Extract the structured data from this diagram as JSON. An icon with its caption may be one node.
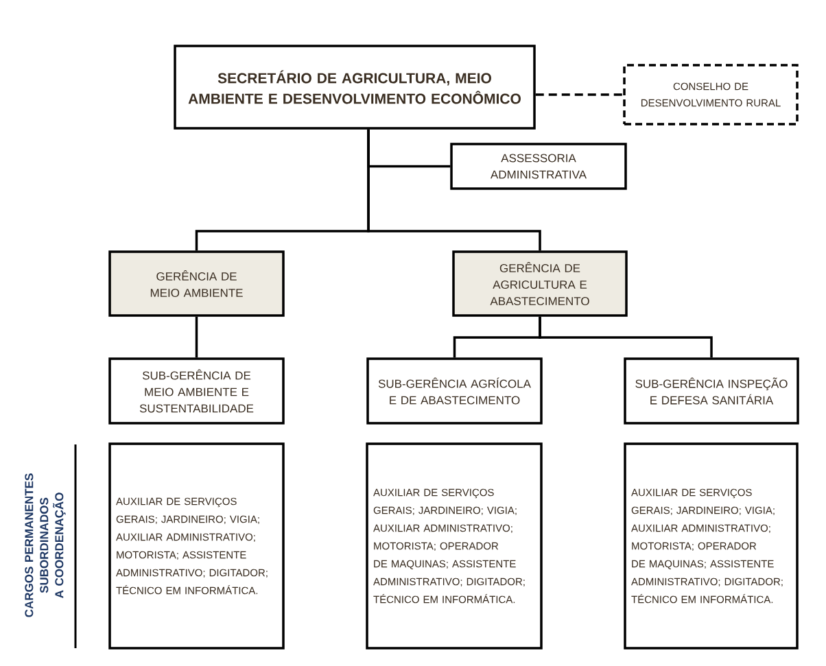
{
  "diagram": {
    "nodes": [
      {
        "text": [
          "SECRETÁRIO DE AGRICULTURA, MEIO AMBIENTE E DESENVOLVIMENTO ECONÔMICO"
        ]
      },
      {
        "text": [
          "CONSELHO DE DESENVOLVIMENTO RURAL"
        ]
      },
      {
        "text": [
          "ASSESSORIA ADMINISTRATIVA"
        ]
      },
      {
        "text": [
          "GERÊNCIA DE MEIO AMBIENTE"
        ]
      },
      {
        "text": [
          "GERÊNCIA DE AGRICULTURA E ABASTECIMENTO"
        ]
      },
      {
        "text": [
          "SUB-GERÊNCIA DE MEIO AMBIENTE E SUSTENTABILIDADE"
        ]
      },
      {
        "text": [
          "SUB-GERÊNCIA AGRÍCOLA E DE ABASTECIMENTO"
        ]
      },
      {
        "text": [
          "SUB-GERÊNCIA INSPEÇÃO E DEFESA SANITÁRIA"
        ]
      },
      {
        "text": [
          "AUXILIAR DE SERVIÇOS GERAIS; JARDINEIRO; VIGIA; AUXILIAR ADMINISTRATIVO; MOTORISTA; ASSISTENTE ADMINISTRATIVO; DIGITADOR; TÉCNICO EM INFORMÁTICA."
        ]
      },
      {
        "text": [
          "AUXILIAR DE SERVIÇOS GERAIS; JARDINEIRO; VIGIA; AUXILIAR ADMINISTRATIVO; MOTORISTA; OPERADOR DE MAQUINAS; ASSISTENTE ADMINISTRATIVO; DIGITADOR; TÉCNICO EM INFORMÁTICA."
        ]
      },
      {
        "text": [
          "AUXILIAR DE SERVIÇOS GERAIS; JARDINEIRO; VIGIA; AUXILIAR ADMINISTRATIVO; MOTORISTA; OPERADOR DE MAQUINAS; ASSISTENTE ADMINISTRATIVO; DIGITADOR; TÉCNICO EM INFORMÁTICA."
        ]
      }
    ],
    "edges": [
      {
        "from": 0,
        "to": 1,
        "arrow": "none",
        "style": "dashed"
      },
      {
        "from": 0,
        "to": 2,
        "arrow": "none"
      },
      {
        "from": 0,
        "to": 3,
        "arrow": "none"
      },
      {
        "from": 0,
        "to": 4,
        "arrow": "none"
      },
      {
        "from": 3,
        "to": 5,
        "arrow": "none"
      },
      {
        "from": 4,
        "to": 6,
        "arrow": "none"
      },
      {
        "from": 4,
        "to": 7,
        "arrow": "none"
      }
    ],
    "labels": [
      "CARGOS PERMANENTES SUBORDINADOS A COORDENAÇÃO"
    ]
  }
}
